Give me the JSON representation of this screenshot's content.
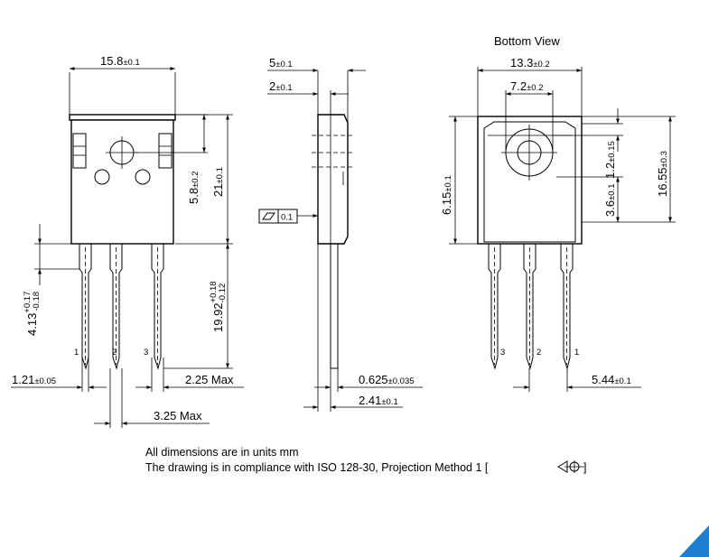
{
  "bottom_view_title": "Bottom View",
  "front": {
    "width_main": "15.8",
    "width_tol": "±0.1",
    "hole_offset_main": "5.8",
    "hole_offset_tol": "±0.2",
    "body_height_main": "21",
    "body_height_tol": "±0.1",
    "lead_length_main": "19.92",
    "lead_length_tol_plus": "+0.18",
    "lead_length_tol_minus": "-0.12",
    "lead_shoulder_main": "4.13",
    "lead_shoulder_tol_plus": "+0.17",
    "lead_shoulder_tol_minus": "-0.18",
    "lead_width_main": "1.21",
    "lead_width_tol": "±0.05",
    "lead_max": "2.25 Max",
    "pitch_max": "3.25 Max",
    "pin1": "1",
    "pin2": "2",
    "pin3": "3"
  },
  "side": {
    "thickness_main": "5",
    "thickness_tol": "±0.1",
    "tab_main": "2",
    "tab_tol": "±0.1",
    "flatness": "0.1",
    "lead_thick_main": "0.625",
    "lead_thick_tol": "±0.035",
    "standoff_main": "2.41",
    "standoff_tol": "±0.1"
  },
  "bottom": {
    "width_main": "13.3",
    "width_tol": "±0.2",
    "hole_width_main": "7.2",
    "hole_width_tol": "±0.2",
    "offset_main": "6.15",
    "offset_tol": "±0.1",
    "hole_dia_main": "1.2",
    "hole_dia_tol": "±0.15",
    "height_main": "16.55",
    "height_tol": "±0.3",
    "depth_main": "3.6",
    "depth_tol": "±0.1",
    "lead_spacing_main": "5.44",
    "lead_spacing_tol": "±0.1",
    "pin1": "1",
    "pin2": "2",
    "pin3": "3"
  },
  "notes": {
    "line1": "All dimensions are in units mm",
    "line2": "The drawing is in compliance with ISO 128-30, Projection Method 1 [",
    "line2_end": "]"
  },
  "accent_color": "#1e7fd0"
}
